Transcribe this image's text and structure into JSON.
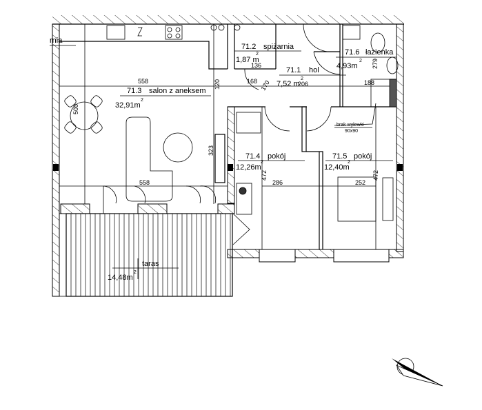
{
  "plan": {
    "rooms": [
      {
        "number": "71.2",
        "name": "spiżarnia",
        "area": "1,87 m"
      },
      {
        "number": "71.6",
        "name": "łazienka",
        "area": "4,93m"
      },
      {
        "number": "71.1",
        "name": "hol",
        "area": "7,52 m"
      },
      {
        "number": "71.3",
        "name": "salon z aneksem",
        "area": "32,91m"
      },
      {
        "number": "71.4",
        "name": "pokój",
        "area": "12,26m"
      },
      {
        "number": "71.5",
        "name": "pokój",
        "area": "12,40m"
      },
      {
        "number": "",
        "name": "taras",
        "area": "14,48m"
      }
    ],
    "partial_label": "rnia",
    "area_unit_sup": "2",
    "dimensions": {
      "d136": "136",
      "d279": "279",
      "d206": "206",
      "d168": "168",
      "d188": "188",
      "d558_top": "558",
      "d120": "120",
      "d500": "500",
      "d323": "323",
      "d558_bottom": "558",
      "d472_a": "472",
      "d286": "286",
      "d252": "252",
      "d472_b": "472",
      "d170": "170"
    },
    "note": {
      "line1": "brak wylewki",
      "line2": "90x90"
    }
  }
}
